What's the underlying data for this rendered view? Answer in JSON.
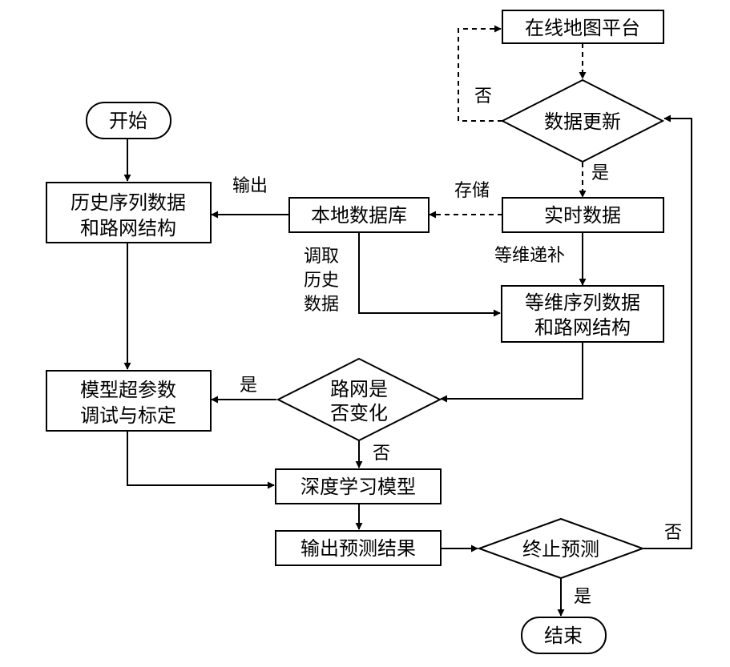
{
  "nodes": {
    "online_map": "在线地图平台",
    "data_update": "数据更新",
    "start": "开始",
    "history_l1": "历史序列数据",
    "history_l2": "和路网结构",
    "local_db": "本地数据库",
    "realtime": "实时数据",
    "equidim_l1": "等维序列数据",
    "equidim_l2": "和路网结构",
    "hyper_l1": "模型超参数",
    "hyper_l2": "调试与标定",
    "network_l1": "路网是",
    "network_l2": "否变化",
    "deep_model": "深度学习模型",
    "output_result": "输出预测结果",
    "stop_predict": "终止预测",
    "end": "结束"
  },
  "edge_labels": {
    "no_update": "否",
    "yes_update": "是",
    "output": "输出",
    "store": "存储",
    "equidim_fill": "等维递补",
    "fetch_l1": "调取",
    "fetch_l2": "历史",
    "fetch_l3": "数据",
    "network_yes": "是",
    "network_no": "否",
    "stop_no": "否",
    "stop_yes": "是"
  }
}
